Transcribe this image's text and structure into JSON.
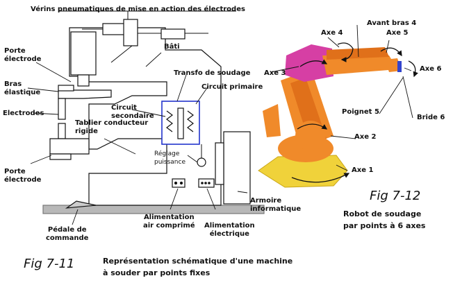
{
  "machine": {
    "labels": {
      "verins": "Vérins pneumatiques de mise en action des électrodes",
      "bati": "Bâti",
      "porte_electrode_top": [
        "Porte",
        "électrode"
      ],
      "bras_elastique": [
        "Bras",
        "élastique"
      ],
      "electrodes": "Electrodes",
      "transfo": "Transfo de soudage",
      "circuit_primaire": "Circuit primaire",
      "circuit_secondaire": [
        "Circuit",
        "secondaire"
      ],
      "tablier": [
        "Tablier conducteur",
        "rigide"
      ],
      "reglage": [
        "Réglage",
        "puissance"
      ],
      "porte_electrode_bottom": [
        "Porte",
        "électrode"
      ],
      "armoire": [
        "Armoire",
        "informatique"
      ],
      "pedale": [
        "Pédale de",
        "commande"
      ],
      "air": [
        "Alimentation",
        "air comprimé"
      ],
      "elec": [
        "Alimentation",
        "électrique"
      ]
    },
    "fig_number": "Fig 7-11",
    "caption": [
      "Représentation schématique d'une machine",
      "à souder par points fixes"
    ]
  },
  "robot": {
    "labels": {
      "axe4": "Axe 4",
      "avant_bras": "Avant bras 4",
      "axe5": "Axe 5",
      "axe6": "Axe 6",
      "axe3": "Axe 3",
      "poignet": "Poignet 5",
      "bride": "Bride 6",
      "axe2": "Axe 2",
      "axe1": "Axe 1"
    },
    "fig_number": "Fig 7-12",
    "caption": [
      "Robot de soudage",
      "par points à 6 axes"
    ]
  },
  "colors": {
    "robot_orange": "#f08a2a",
    "robot_magenta": "#d63fa4",
    "base_yellow": "#f0d23a",
    "transfo_frame": "#2233cc",
    "floor": "#b8b8b8"
  }
}
